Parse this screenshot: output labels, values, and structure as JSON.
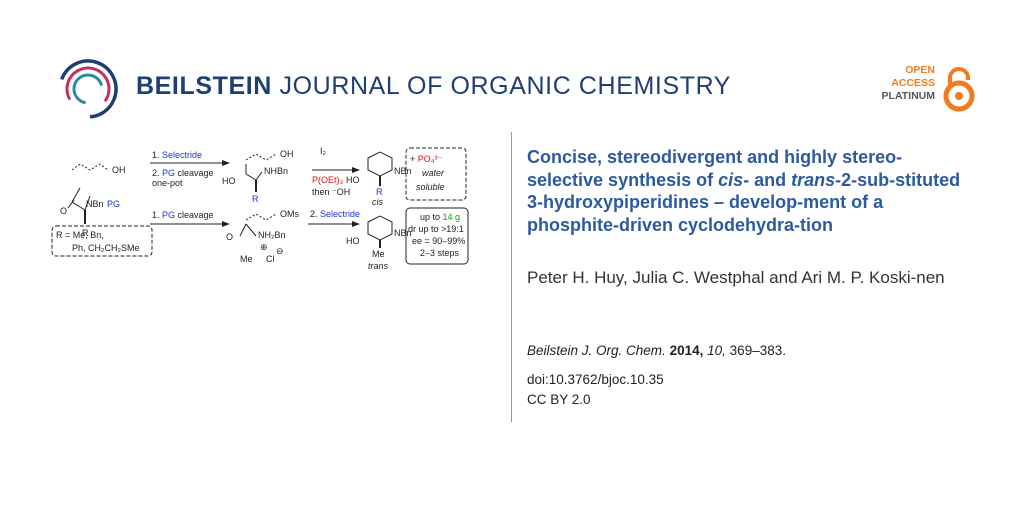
{
  "journal": {
    "bold": "BEILSTEIN",
    "rest": " JOURNAL OF ORGANIC CHEMISTRY"
  },
  "open_access": {
    "line1": "OPEN",
    "line2": "ACCESS",
    "line3": "PLATINUM"
  },
  "article": {
    "title_parts": [
      {
        "t": "Concise, stereodivergent and highly stereo-selective synthesis of ",
        "i": false
      },
      {
        "t": "cis",
        "i": true
      },
      {
        "t": "- and ",
        "i": false
      },
      {
        "t": "trans",
        "i": true
      },
      {
        "t": "-2-sub-stituted 3-hydroxypiperidines – develop-ment of a phosphite-driven cyclodehydra-tion",
        "i": false
      }
    ],
    "authors": "Peter H. Huy, Julia C. Westphal and Ari M. P. Koski-nen",
    "citation": {
      "journal": "Beilstein J. Org. Chem.",
      "year": "2014,",
      "volume": "10,",
      "pages": "369–383."
    },
    "doi": "doi:10.3762/bjoc.10.35",
    "license": "CC BY 2.0"
  },
  "scheme": {
    "start_oh": "OH",
    "start_nbn": "NBn",
    "start_pg": "PG",
    "start_o": "O",
    "start_r": "R",
    "r_line1": "R = Me, Bn,",
    "r_line2": "Ph, CH₂CH₂SMe",
    "upper_step1_num": "1. ",
    "upper_step1_reagent": "Selectride",
    "upper_step2_pre": "2. ",
    "upper_step2_pg": "PG",
    "upper_step2_post": " cleavage",
    "upper_step2_line2": "one-pot",
    "lower_step1_pre": "1. ",
    "lower_step1_pg": "PG",
    "lower_step1_post": " cleavage",
    "int1_oh": "OH",
    "int1_nhbn": "NHBn",
    "int1_ho": "HO",
    "int1_r": "R",
    "int2_oms": "OMs",
    "int2_nh2bn": "NH₂Bn",
    "int2_o": "O",
    "int2_plus": "⊕",
    "int2_me": "Me",
    "int2_cl": "Cl",
    "int2_minus": "⊖",
    "cyc_i2": "I₂",
    "cyc_phos": "P(OEt)₃",
    "cyc_then": "then ⁻OH",
    "lower_step2_pre": "2. ",
    "lower_step2_reagent": "Selectride",
    "cis_nbn": "NBn",
    "cis_ho": "HO",
    "cis_r": "R",
    "cis_label": "cis",
    "trans_nbn": "NBn",
    "trans_ho": "HO",
    "trans_me": "Me",
    "trans_label": "trans",
    "byprod_plus": "+ ",
    "byprod_po4": "PO₄³⁻",
    "byprod_water": "water",
    "byprod_soluble": "soluble",
    "stats_pre": "up to ",
    "stats_scale": "14 g",
    "stats_dr": "dr up to >19:1",
    "stats_ee": "ee = 90–99%",
    "stats_steps": "2–3 steps"
  },
  "colors": {
    "title": "#2c5aa0",
    "journal": "#1f3f73",
    "oa_orange": "#f47a20",
    "reagent_blue": "#1a33d6",
    "red": "#e01010",
    "green": "#159b15"
  }
}
